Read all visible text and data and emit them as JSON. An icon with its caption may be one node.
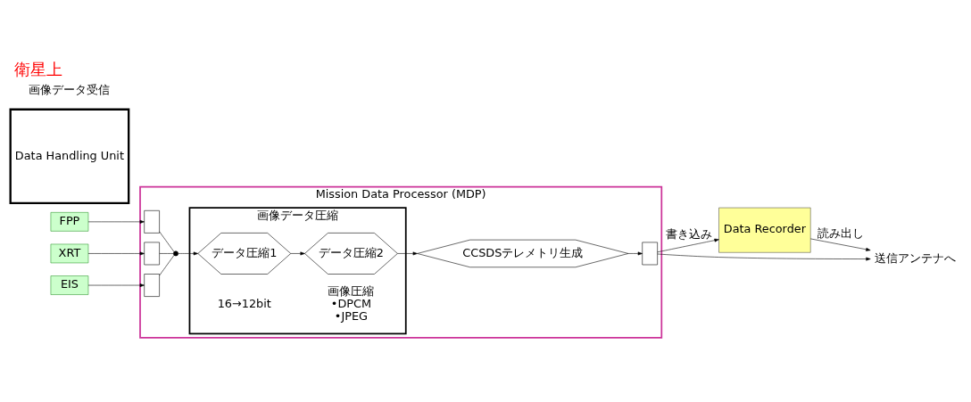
{
  "diagram": {
    "title": "衛星上",
    "nodes": [
      {
        "text": [
          "Mission Data Processor (MDP)"
        ]
      },
      {
        "text": [
          "Data Handling Unit"
        ]
      },
      {
        "text": [
          "FPP"
        ]
      },
      {
        "text": [
          "XRT"
        ]
      },
      {
        "text": [
          "EIS"
        ]
      },
      {
        "text": [],
        "shape": "box",
        "in": 0
      },
      {
        "text": [],
        "shape": "box",
        "in": 0
      },
      {
        "text": [],
        "shape": "box",
        "in": 0
      },
      {
        "text": [],
        "shape": "switch",
        "in": 0
      },
      {
        "text": [
          "画像データ圧縮"
        ],
        "in": 0
      },
      {
        "text": [
          "データ圧縮1"
        ],
        "beside": [
          "16→12bit"
        ],
        "in": 9
      },
      {
        "text": [
          "データ圧縮2"
        ],
        "beside": [
          "画像圧縮",
          "•DPCM",
          "•JPEG"
        ],
        "in": 9
      },
      {
        "text": [
          "CCSDSテレメトリ生成"
        ],
        "in": 0
      },
      {
        "text": [],
        "shape": "box",
        "in": 0
      },
      {
        "text": [
          "Data Recorder"
        ]
      },
      {
        "text": [
          "送信アンテナへ"
        ]
      }
    ],
    "edges": [
      {
        "from": 2,
        "to": 5,
        "arrow": "to"
      },
      {
        "from": 3,
        "to": 6,
        "arrow": "to"
      },
      {
        "from": 4,
        "to": 7,
        "arrow": "to"
      },
      {
        "from": 5,
        "to": 8,
        "arrow": "none"
      },
      {
        "from": 6,
        "to": 8,
        "arrow": "none"
      },
      {
        "from": 7,
        "to": 8,
        "arrow": "none"
      },
      {
        "from": 8,
        "to": 10,
        "arrow": "to"
      },
      {
        "from": 10,
        "to": 11,
        "arrow": "to"
      },
      {
        "from": 11,
        "to": 12,
        "arrow": "to"
      },
      {
        "from": 12,
        "to": 13,
        "arrow": "to"
      },
      {
        "from": 13,
        "to": 15,
        "arrow": "to"
      },
      {
        "from": 13,
        "to": 14,
        "arrow": "to",
        "label": "書き込み"
      },
      {
        "from": 14,
        "to": 15,
        "arrow": "to",
        "label": "読み出し"
      }
    ],
    "labels": [
      "画像データ受信"
    ]
  }
}
